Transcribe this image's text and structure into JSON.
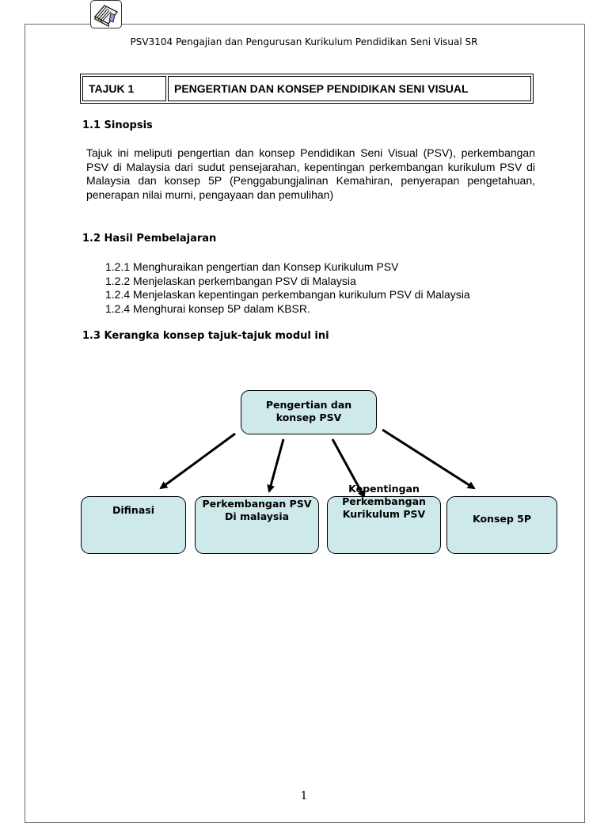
{
  "header": {
    "running_title": "PSV3104 Pengajian dan Pengurusan Kurikulum Pendidikan Seni Visual SR"
  },
  "logo": {
    "icon": "book-logo-icon"
  },
  "title_table": {
    "label": "TAJUK 1",
    "title": "PENGERTIAN DAN KONSEP PENDIDIKAN SENI VISUAL"
  },
  "sections": {
    "sinopsis": {
      "heading": "1.1 Sinopsis",
      "text": "Tajuk ini meliputi pengertian dan konsep Pendidikan Seni Visual (PSV), perkembangan PSV di Malaysia dari sudut pensejarahan, kepentingan perkembangan kurikulum PSV di Malaysia dan konsep 5P (Penggabungjalinan Kemahiran, penyerapan pengetahuan, penerapan nilai murni, pengayaan dan pemulihan)"
    },
    "hasil": {
      "heading": "1.2  Hasil Pembelajaran",
      "items": [
        "1.2.1 Menghuraikan pengertian dan Konsep Kurikulum PSV",
        "1.2.2 Menjelaskan perkembangan PSV di Malaysia",
        "1.2.4 Menjelaskan kepentingan  perkembangan kurikulum  PSV di Malaysia",
        "1.2.4 Menghurai konsep 5P dalam KBSR."
      ]
    },
    "kerangka": {
      "heading": "1.3  Kerangka konsep tajuk-tajuk modul ini"
    }
  },
  "diagram": {
    "root": {
      "line1": "Pengertian dan",
      "line2": "konsep PSV"
    },
    "children": [
      {
        "line1": "Difinasi",
        "line2": ""
      },
      {
        "line1": "Perkembangan PSV",
        "line2": "Di malaysia"
      },
      {
        "line1": "Kepentingan",
        "line2": "Perkembangan",
        "line3": "Kurikulum PSV"
      },
      {
        "line1": "Konsep 5P",
        "line2": ""
      }
    ],
    "colors": {
      "box_fill": "#cde9ea",
      "stroke": "#000000"
    }
  },
  "footer": {
    "page_number": "1"
  }
}
